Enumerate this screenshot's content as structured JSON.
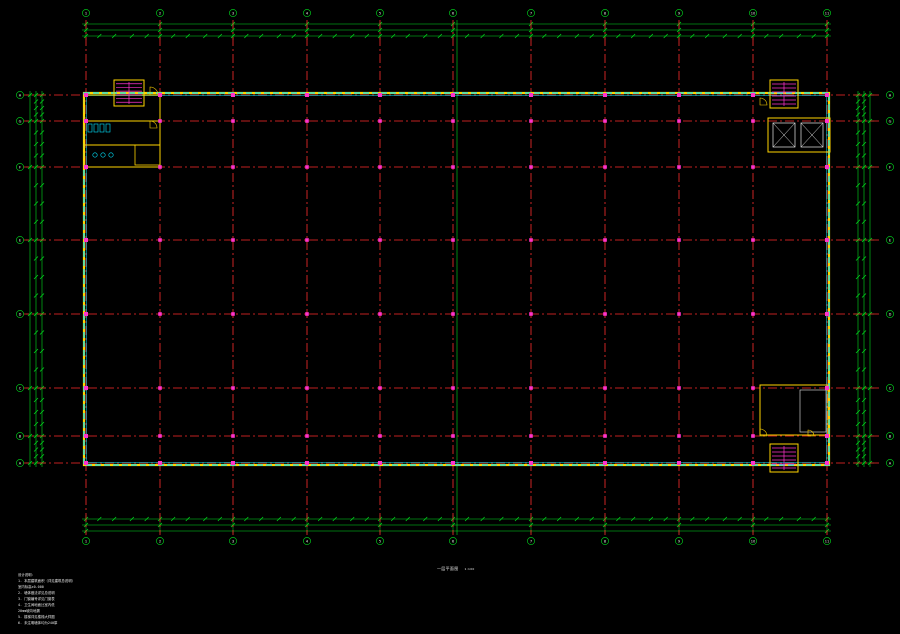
{
  "colors": {
    "background": "#000000",
    "grid_axis": "#ff2d2d",
    "column": "#ff33cc",
    "dimension": "#00e01e",
    "wall": "#00e5ff",
    "wall_fill": "#ffd400",
    "text": "#e8e8e8",
    "stair": "#ff33cc",
    "door": "#ffd400"
  },
  "grid": {
    "columns": [
      "1",
      "2",
      "3",
      "4",
      "5",
      "6",
      "7",
      "8",
      "9",
      "10",
      "11"
    ],
    "rows": [
      "A",
      "B",
      "C",
      "D",
      "E",
      "F",
      "G",
      "H"
    ]
  },
  "drawing": {
    "title": "一层平面图",
    "scale": "1:100"
  },
  "notes": [
    "设计说明：",
    "1. 本层建筑面积（详见建筑总说明）",
    "   室内标高±0.000",
    "2. 墙体做法详见总说明",
    "3. 门窗编号详见门窗表",
    "4. 卫生间地面比室内低",
    "   20mm坡向地漏",
    "5. 楼梯详见楼梯大样图",
    "6. 未注明墙体均为240厚"
  ]
}
